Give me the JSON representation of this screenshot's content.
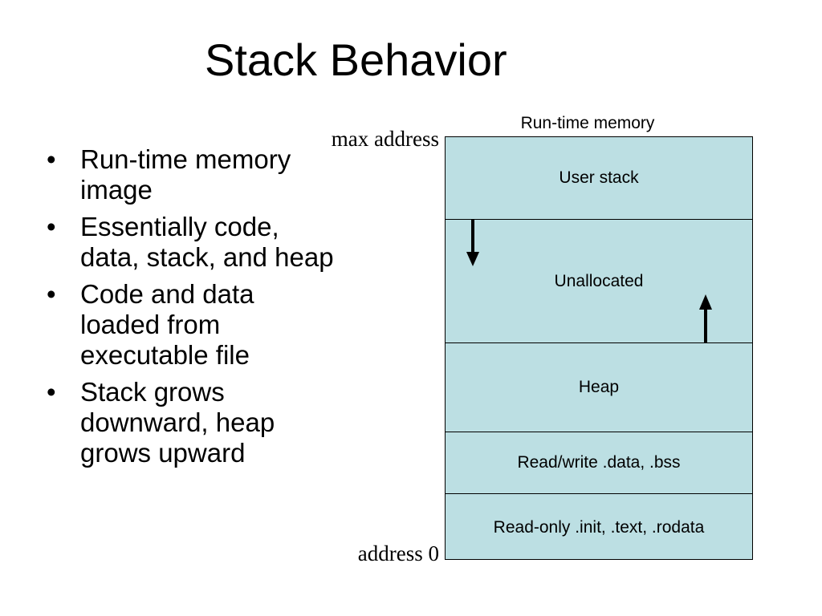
{
  "title": "Stack Behavior",
  "bullets": [
    "Run-time memory image",
    "Essentially code, data, stack, and heap",
    "Code and data loaded from executable file",
    "Stack grows downward, heap grows upward"
  ],
  "diagram": {
    "caption": "Run-time memory",
    "max_address_label": "max address",
    "min_address_label": "address 0",
    "segments": {
      "user_stack": "User stack",
      "unallocated": "Unallocated",
      "heap": "Heap",
      "read_write": "Read/write .data, .bss",
      "read_only": "Read-only .init, .text, .rodata"
    },
    "fill_color": "#bcdfe3",
    "border_color": "#000000",
    "arrows": {
      "stack_direction": "down",
      "heap_direction": "up"
    }
  }
}
